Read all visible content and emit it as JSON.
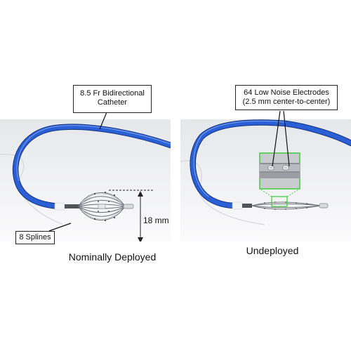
{
  "left_panel": {
    "callout_catheter": "8.5 Fr Bidirectional\nCatheter",
    "callout_splines": "8 Splines",
    "dimension": "18 mm",
    "caption": "Nominally Deployed"
  },
  "right_panel": {
    "callout_electrodes": "64 Low Noise Electrodes\n(2.5 mm center-to-center)",
    "caption": "Undeployed"
  },
  "colors": {
    "catheter": "#2a5fd6",
    "highlight": "#33cc33",
    "background_gradient_top": "#e9eaed",
    "background_gradient_bottom": "#ffffff"
  }
}
